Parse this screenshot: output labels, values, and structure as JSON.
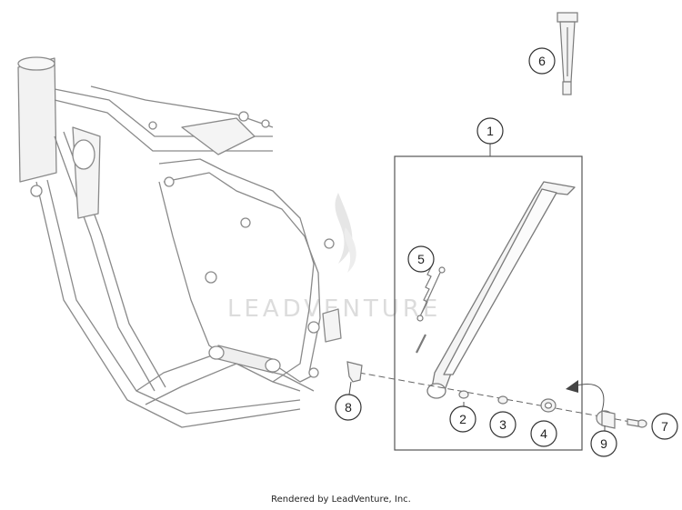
{
  "diagram": {
    "callouts": [
      {
        "id": "1",
        "label": "1"
      },
      {
        "id": "2",
        "label": "2"
      },
      {
        "id": "3",
        "label": "3"
      },
      {
        "id": "4",
        "label": "4"
      },
      {
        "id": "5",
        "label": "5"
      },
      {
        "id": "6",
        "label": "6"
      },
      {
        "id": "7",
        "label": "7"
      },
      {
        "id": "8",
        "label": "8"
      },
      {
        "id": "9",
        "label": "9"
      }
    ],
    "watermark": "LEADVENTURE",
    "footer_credit": "Rendered by LeadVenture, Inc."
  },
  "colors": {
    "line": "#7a7a7a",
    "shade": "#ececec",
    "watermark": "#d9d9d9",
    "text": "#222222"
  }
}
